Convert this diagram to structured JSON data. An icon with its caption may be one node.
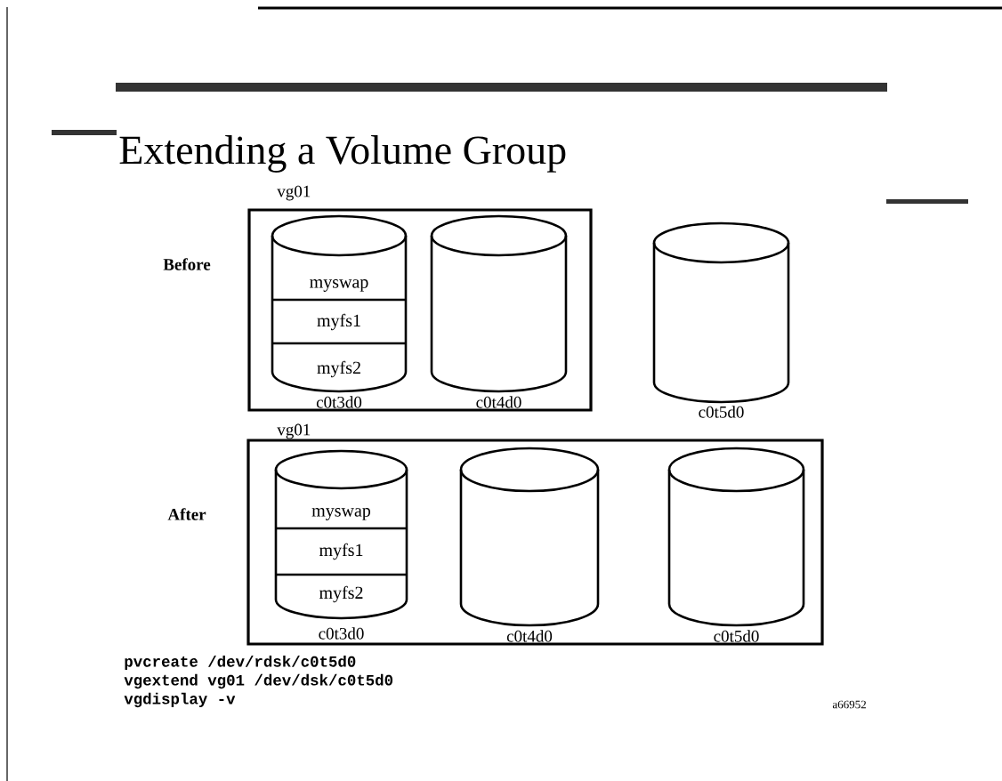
{
  "diagram": {
    "title": "Extending a Volume Group",
    "nodes": [
      {
        "text": [
          "vg01"
        ]
      },
      {
        "text": [],
        "shape": "cylinder",
        "in": 0,
        "beside": [
          "c0t3d0"
        ]
      },
      {
        "text": [
          "myswap"
        ],
        "in": 1
      },
      {
        "text": [
          "myfs1"
        ],
        "in": 1
      },
      {
        "text": [
          "myfs2"
        ],
        "in": 1
      },
      {
        "text": [],
        "shape": "cylinder",
        "in": 0,
        "beside": [
          "c0t4d0"
        ]
      },
      {
        "text": [],
        "shape": "cylinder",
        "beside": [
          "c0t5d0"
        ]
      },
      {
        "text": [
          "vg01"
        ]
      },
      {
        "text": [],
        "shape": "cylinder",
        "in": 7,
        "beside": [
          "c0t3d0"
        ]
      },
      {
        "text": [
          "myswap"
        ],
        "in": 8
      },
      {
        "text": [
          "myfs1"
        ],
        "in": 8
      },
      {
        "text": [
          "myfs2"
        ],
        "in": 8
      },
      {
        "text": [],
        "shape": "cylinder",
        "in": 7,
        "beside": [
          "c0t4d0"
        ]
      },
      {
        "text": [],
        "shape": "cylinder",
        "in": 7,
        "beside": [
          "c0t5d0"
        ]
      }
    ],
    "labels": [
      "Before",
      "After",
      "pvcreate /dev/rdsk/c0t5d0",
      "vgextend vg01 /dev/dsk/c0t5d0",
      "vgdisplay -v",
      "a66952"
    ]
  }
}
